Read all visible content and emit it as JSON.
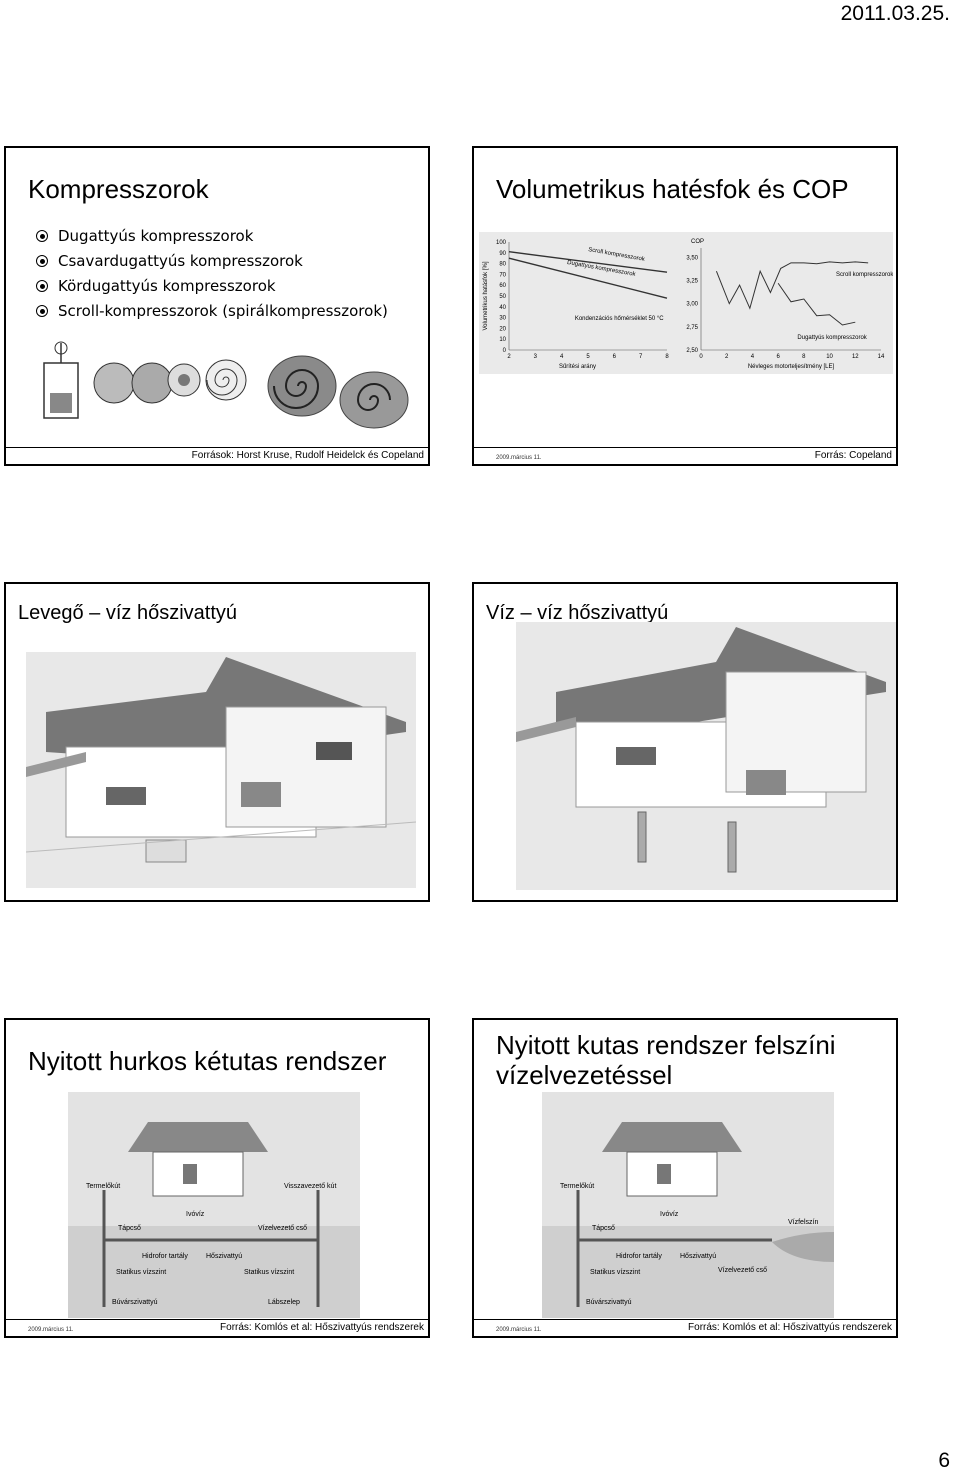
{
  "header": {
    "date": "2011.03.25."
  },
  "page_number": "6",
  "slide1": {
    "title": "Kompresszorok",
    "bullets": [
      "Dugattyús kompresszorok",
      "Csavardugattyús kompresszorok",
      "Kördugattyús kompresszorok",
      "Scroll-kompresszorok (spirálkompresszorok)"
    ],
    "source": "Források: Horst Kruse, Rudolf Heidelck és Copeland"
  },
  "slide2": {
    "title": "Volumetrikus hatésfok és COP",
    "date_small": "2009.március 11.",
    "source": "Forrás: Copeland",
    "chart_data": [
      {
        "type": "line",
        "ylabel": "Volumetrikus hatásfok [%]",
        "xlabel": "Sűrítési arány",
        "annotation": "Kondenzációs hőmérséklet 50 °C",
        "x_ticks": [
          "2",
          "3",
          "4",
          "5",
          "6",
          "7",
          "8"
        ],
        "y_ticks": [
          "100",
          "90",
          "80",
          "70",
          "60",
          "50",
          "40",
          "30",
          "20",
          "10",
          "0"
        ],
        "ylim": [
          0,
          100
        ],
        "xlim": [
          2,
          8
        ],
        "series": [
          {
            "name": "Scroll kompresszorok",
            "x": [
              2,
              8
            ],
            "y": [
              91,
              72
            ]
          },
          {
            "name": "Dugattyús kompresszorok",
            "x": [
              2,
              8
            ],
            "y": [
              85,
              48
            ]
          }
        ]
      },
      {
        "type": "line",
        "title": "COP",
        "xlabel": "Névleges motorteljesítmény [LE]",
        "x_ticks": [
          "0",
          "2",
          "4",
          "6",
          "8",
          "10",
          "12",
          "14"
        ],
        "y_ticks": [
          "3,50",
          "3,25",
          "3,00",
          "2,75",
          "2,50"
        ],
        "ylim": [
          2.5,
          3.6
        ],
        "xlim": [
          0,
          14
        ],
        "series": [
          {
            "name": "Scroll kompresszorok",
            "x": [
              1.2,
              2.2,
              3.0,
              3.8,
              4.6,
              5.4,
              6.2,
              7.0,
              8.0,
              9.0,
              10.0,
              11.0,
              12.0,
              13.0
            ],
            "y": [
              3.35,
              3.0,
              3.2,
              2.95,
              3.35,
              3.12,
              3.38,
              3.44,
              3.44,
              3.43,
              3.45,
              3.44,
              3.45,
              3.44
            ]
          },
          {
            "name": "Dugattyús kompresszorok",
            "x": [
              6.0,
              7.0,
              8.0,
              9.0,
              10.0,
              11.0,
              12.0
            ],
            "y": [
              3.22,
              3.02,
              3.05,
              2.87,
              2.88,
              2.77,
              2.8
            ]
          }
        ]
      }
    ]
  },
  "slide3": {
    "title": "Levegő – víz hőszivattyú"
  },
  "slide4": {
    "title": "Víz – víz hőszivattyú"
  },
  "slide5": {
    "title": "Nyitott hurkos kétutas rendszer",
    "date_small": "2009.március 11.",
    "source": "Forrás: Komlós et al: Hőszivattyús rendszerek",
    "labels": {
      "termelokut": "Termelőkút",
      "visszavezeto": "Visszavezető kút",
      "ivoviz": "Ivóvíz",
      "tapcso": "Tápcső",
      "vizelvezeto": "Vízelvezető cső",
      "hidrofor": "Hidrofor tartály",
      "hoszivattyu": "Hőszivattyú",
      "statikus1": "Statikus vízszint",
      "statikus2": "Statikus vízszint",
      "buvar": "Búvárszivattyú",
      "labszelep": "Lábszelep"
    }
  },
  "slide6": {
    "title": "Nyitott kutas rendszer felszíni vízelvezetéssel",
    "date_small": "2009.március 11.",
    "source": "Forrás: Komlós et al: Hőszivattyús rendszerek",
    "labels": {
      "termelokut": "Termelőkút",
      "ivoviz": "Ivóvíz",
      "tapcso": "Tápcső",
      "vizfelszin": "Vízfelszín",
      "hidrofor": "Hidrofor tartály",
      "hoszivattyu": "Hőszivattyú",
      "vizelvezeto": "Vízelvezető cső",
      "statikus": "Statikus vízszint",
      "buvar": "Búvárszivattyú"
    }
  }
}
